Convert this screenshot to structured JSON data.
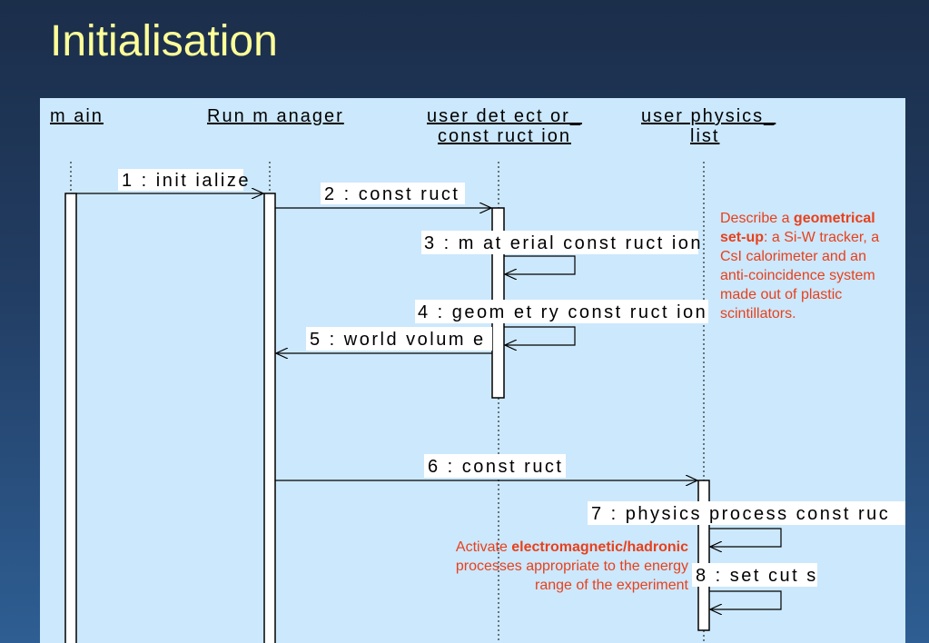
{
  "title": "Initialisation",
  "participants": [
    {
      "label_line1": "m ain",
      "label_line2": ""
    },
    {
      "label_line1": "Run  m anager",
      "label_line2": ""
    },
    {
      "label_line1": "user  det ect or_",
      "label_line2": "const ruct ion"
    },
    {
      "label_line1": "user physics_",
      "label_line2": "list"
    }
  ],
  "messages": [
    {
      "num": "1",
      "text": "1 : init ialize"
    },
    {
      "num": "2",
      "text": "2 : const ruct"
    },
    {
      "num": "3",
      "text": "3 : m at erial  const ruct ion"
    },
    {
      "num": "4",
      "text": "4 : geom et ry  const ruct ion"
    },
    {
      "num": "5",
      "text": "5 : world  volum e"
    },
    {
      "num": "6",
      "text": "6 : const ruct"
    },
    {
      "num": "7",
      "text": "7 : physics  process  const ruc"
    },
    {
      "num": "8",
      "text": "8 : set  cut s"
    }
  ],
  "notes": {
    "geometry": {
      "pre": "Describe a ",
      "bold1": "geometrical set-up",
      "post": ": a Si-W tracker, a CsI calorimeter and an anti-coincidence system made out of plastic scintillators."
    },
    "physics": {
      "pre": "Activate ",
      "bold1": "electromagnetic/hadronic",
      "post": " processes appropriate to the energy range of the experiment"
    }
  },
  "colors": {
    "title": "#ffff99",
    "panel": "#cce8fc",
    "note": "#e8401c"
  }
}
